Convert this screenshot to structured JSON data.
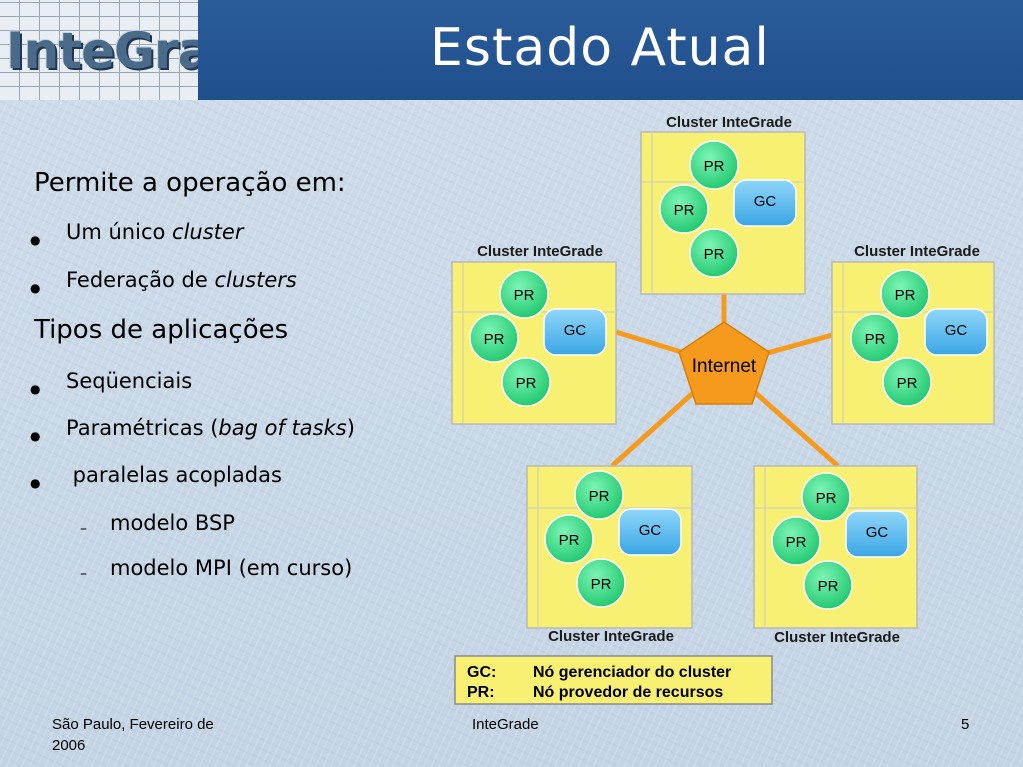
{
  "header": {
    "logo_text": "InteGrade",
    "title": "Estado Atual"
  },
  "content": {
    "heading1": "Permite a operação em:",
    "bullets1": [
      {
        "text": "Um único ",
        "italic": "cluster"
      },
      {
        "text": "Federação de ",
        "italic": "clusters"
      }
    ],
    "heading2": "Tipos de aplicações",
    "bullets2": [
      {
        "text": "Seqüenciais"
      },
      {
        "text": "Paramétricas (",
        "italic": "bag of tasks",
        "after": ")"
      },
      {
        "text": " paralelas acopladas"
      }
    ],
    "subbullets": [
      "modelo BSP",
      "modelo MPI (em curso)"
    ]
  },
  "diagram": {
    "center_label": "Internet",
    "cluster_label": "Cluster InteGrade",
    "pr_label": "PR",
    "gc_label": "GC",
    "legend": [
      {
        "key": "GC:",
        "desc": "Nó gerenciador do cluster"
      },
      {
        "key": "PR:",
        "desc": "Nó provedor de recursos"
      }
    ],
    "colors": {
      "cluster_fill": "#f7f072",
      "node_green": "#3ee08a",
      "node_blue": "#5cbef0",
      "internet": "#f59a1c",
      "legend_fill": "#f7f072"
    }
  },
  "footer": {
    "left_line1": "São Paulo, Fevereiro de",
    "left_line2": "2006",
    "center": "InteGrade",
    "page": "5"
  }
}
